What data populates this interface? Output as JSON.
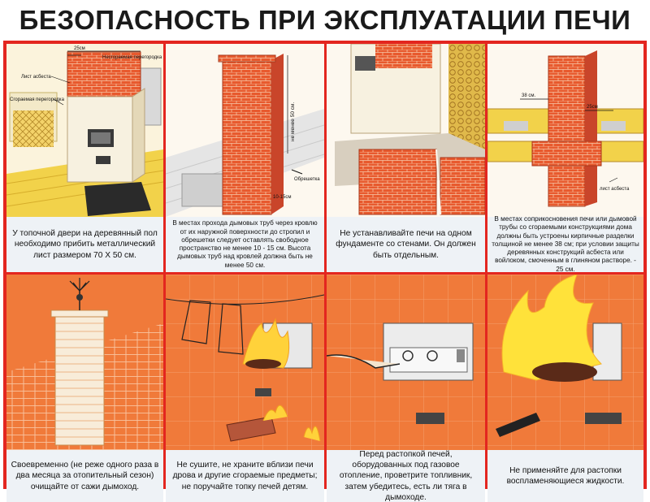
{
  "title": "БЕЗОПАСНОСТЬ ПРИ ЭКСПЛУАТАЦИИ ПЕЧИ",
  "colors": {
    "frame": "#e3261f",
    "brick": "#e85a2e",
    "orange_bg": "#f07a3a",
    "caption_bg": "#eef2f6"
  },
  "panels": [
    {
      "caption": "У топочной двери на деревянный пол необходимо прибить металлический лист размером 70 Х 50 см.",
      "labels": {
        "dim": "25см",
        "partition_top": "Несгораемая перегородка",
        "asbestos": "Лист асбеста",
        "partition_left": "Сгораемая перегородка"
      }
    },
    {
      "caption": "В местах прохода дымовых труб через кровлю от их наружной поверхности до стропил и обрешетки следует оставлять свободное пространство не менее 10 - 15 см. Высота дымовых труб над кровлей должна быть не менее 50 см.",
      "labels": {
        "height": "не менее 50 см.",
        "lath": "Обрешетка",
        "gap": "10-15см"
      }
    },
    {
      "caption": "Не устанавливайте печи на одном фундаменте со стенами. Он должен быть отдельным."
    },
    {
      "caption": "В местах соприкосновения печи или дымовой трубы со сгораемыми конструкциями дома должны быть устроены кирпичные разделки толщиной не менее 38 см; при условии защиты деревянных конструкций асбеста или войлоком, смоченным в глиняном растворе. - 25 см.",
      "labels": {
        "d38": "38 см.",
        "d25": "25см",
        "asbestos": "лист асбеста"
      }
    },
    {
      "caption": "Своевременно (не реже одного раза в два месяца за отопительный сезон) очищайте от сажи дымоход."
    },
    {
      "caption": "Не сушите, не храните вблизи печи дрова и другие сгораемые предметы; не поручайте топку печей детям."
    },
    {
      "caption": "Перед растопкой печей, оборудованных под газовое отопление, проветрите топливник, затем убедитесь, есть ли тяга в дымоходе."
    },
    {
      "caption": "Не применяйте для растопки воспламеняющиеся жидкости."
    }
  ]
}
